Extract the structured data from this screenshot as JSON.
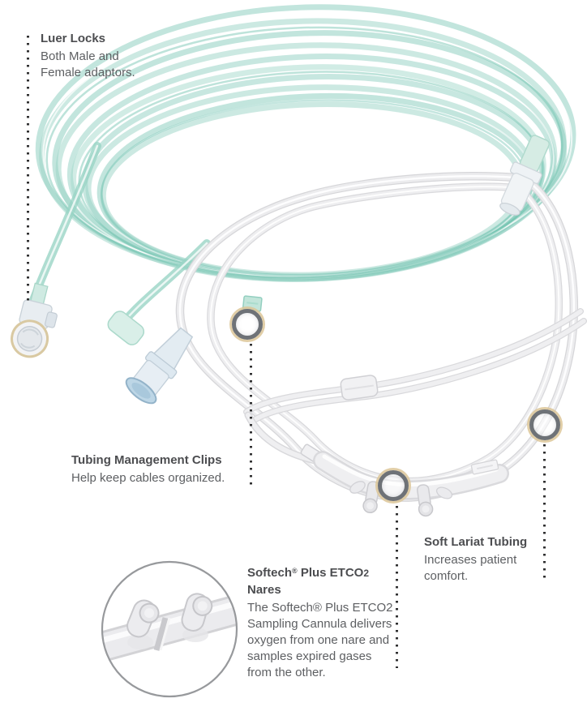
{
  "callouts": {
    "luer_locks": {
      "title": "Luer Locks",
      "body": "Both Male and\nFemale adaptors."
    },
    "tubing_clips": {
      "title": "Tubing Management Clips",
      "body": "Help keep cables organized."
    },
    "nares": {
      "title_name": "Softech",
      "title_reg": "®",
      "title_rest": " Plus ETCO",
      "title_sub": "2",
      "title_line2": "Nares",
      "body": "The Softech® Plus ETCO2\nSampling Cannula delivers\noxygen from one nare and\nsamples expired gases\nfrom the other."
    },
    "soft_lariat": {
      "title": "Soft Lariat Tubing",
      "body": "Increases patient\ncomfort."
    }
  },
  "colors": {
    "heading_text": "#4c4d50",
    "body_text": "#5d5f62",
    "leader_dots": "#303031",
    "marker_ring_gray": "#6e7277",
    "marker_halo_gold": "#dcc698",
    "oxygen_tubing_green": "#8fcfc1",
    "oxygen_tubing_green_dark": "#6cc0ae",
    "clear_tubing_gray": "#e3e3e6",
    "connector_blue": "#bdd6e6",
    "inset_outline_gray": "#97999c",
    "background": "#ffffff"
  }
}
